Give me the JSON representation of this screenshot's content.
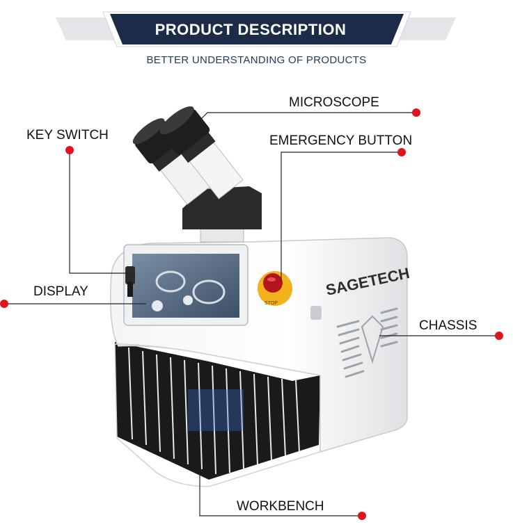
{
  "header": {
    "title": "PRODUCT DESCRIPTION",
    "subtitle": "BETTER UNDERSTANDING OF PRODUCTS"
  },
  "labels": {
    "microscope": "MICROSCOPE",
    "key_switch": "KEY SWITCH",
    "emergency_button": "EMERGENCY BUTTON",
    "display": "DISPLAY",
    "chassis": "CHASSIS",
    "workbench": "WORKBENCH"
  },
  "product": {
    "brand": "SAGETECH",
    "stop_text": "STOP"
  },
  "colors": {
    "banner_navy": "#1c2b47",
    "banner_grey": "#e3e5e8",
    "callout_dot": "#e0141c",
    "callout_line": "#222222"
  }
}
